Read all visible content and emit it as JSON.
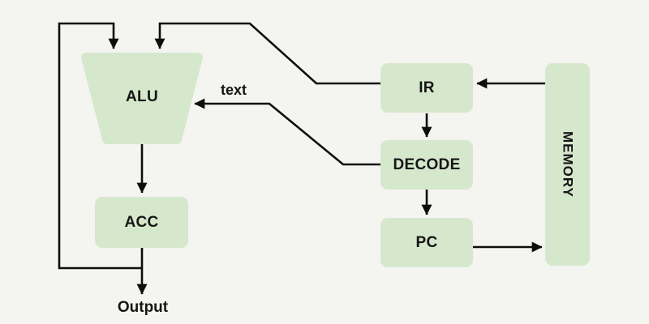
{
  "canvas": {
    "background_color": "#f4f4f1",
    "node_fill_color": "#d6e8cc",
    "line_color": "#0e0e0e",
    "text_color": "#151515"
  },
  "nodes": [
    {
      "id": "alu",
      "label": "ALU",
      "shape": "trapezoid"
    },
    {
      "id": "acc",
      "label": "ACC",
      "shape": "rounded-rect"
    },
    {
      "id": "ir",
      "label": "IR",
      "shape": "rounded-rect"
    },
    {
      "id": "decode",
      "label": "DECODE",
      "shape": "rounded-rect"
    },
    {
      "id": "pc",
      "label": "PC",
      "shape": "rounded-rect"
    },
    {
      "id": "memory",
      "label": "MEMORY",
      "shape": "rounded-rect",
      "text_orientation": "vertical"
    }
  ],
  "edges": [
    {
      "from": "memory",
      "to": "ir"
    },
    {
      "from": "ir",
      "to": "decode"
    },
    {
      "from": "decode",
      "to": "pc"
    },
    {
      "from": "pc",
      "to": "memory"
    },
    {
      "from": "ir",
      "to": "alu"
    },
    {
      "from": "decode",
      "to": "alu",
      "label": "text"
    },
    {
      "from": "alu",
      "to": "acc"
    },
    {
      "from": "acc",
      "to": "output"
    },
    {
      "from": "acc",
      "to": "alu",
      "kind": "feedback-loop"
    }
  ],
  "annotations": {
    "bus_label": "text",
    "output_label": "Output"
  }
}
